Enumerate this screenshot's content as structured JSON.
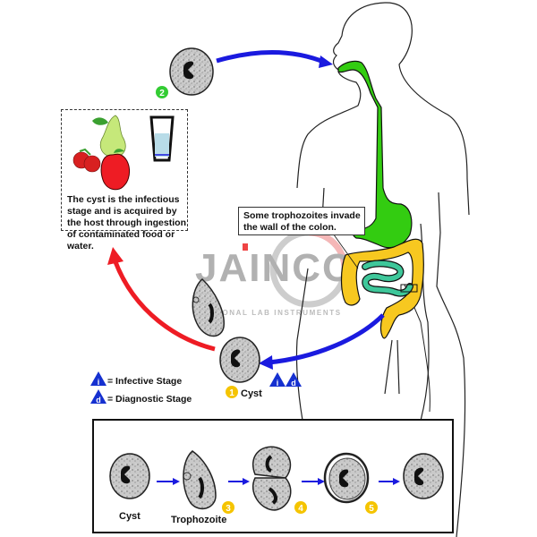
{
  "watermark": {
    "brand": "JAINCO",
    "tagline": "NATIONAL LAB INSTRUMENTS",
    "registered_mark": "®"
  },
  "infection_box": {
    "text": "The cyst is the infectious stage and is acquired by the host through ingestion of contaminated food or water."
  },
  "colon_callout": {
    "text": "Some trophozoites invade the wall of the colon."
  },
  "steps": [
    {
      "number": "1",
      "label": "Cyst",
      "color": "#f5c400"
    },
    {
      "number": "2",
      "label": "",
      "color": "#33cc33"
    },
    {
      "number": "3",
      "label": "",
      "color": "#f5c400"
    },
    {
      "number": "4",
      "label": "",
      "color": "#f5c400"
    },
    {
      "number": "5",
      "label": "",
      "color": "#f5c400"
    }
  ],
  "legend": {
    "infective": {
      "symbol": "i",
      "label": "= Infective Stage"
    },
    "diagnostic": {
      "symbol": "d",
      "label": "= Diagnostic Stage"
    }
  },
  "lifecycle_strip": {
    "labels": {
      "cyst": "Cyst",
      "trophozoite": "Trophozoite"
    }
  },
  "colors": {
    "arrow_blue": "#1a1adf",
    "arrow_red": "#ee1c24",
    "gi_green": "#33cc11",
    "colon_yellow": "#f7c820",
    "small_intestine_teal": "#3ec79a",
    "badge_blue": "#1530d0"
  }
}
